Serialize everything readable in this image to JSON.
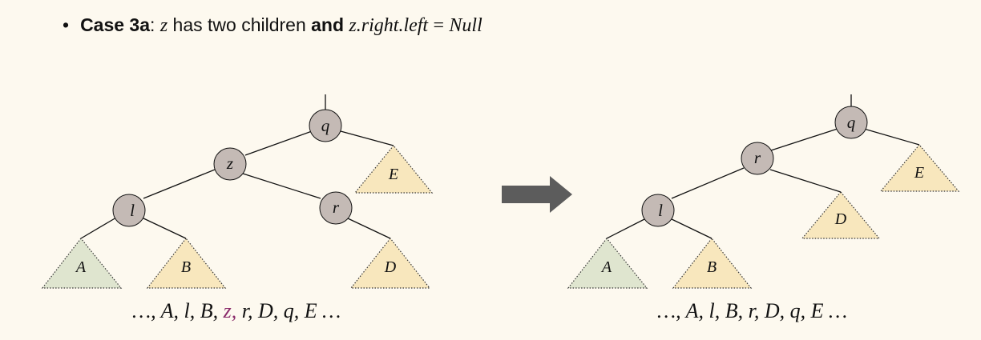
{
  "heading": {
    "bullet": "•",
    "case_label": "Case 3a",
    "colon": ":",
    "var_z": "z",
    "text1": "has two children",
    "and_word": "and",
    "condition": "z.right.left",
    "equals": "=",
    "null_word": "Null"
  },
  "colors": {
    "node_fill": "#c4bab5",
    "green_subtree": "#dfe5cf",
    "yellow_subtree": "#f8e7bd",
    "arrow": "#5c5c5c",
    "highlight_z": "#8a2a6a"
  },
  "left_tree": {
    "nodes": {
      "q": "q",
      "z": "z",
      "l": "l",
      "r": "r"
    },
    "subtrees": {
      "A": "A",
      "B": "B",
      "D": "D",
      "E": "E"
    },
    "sequence": {
      "before": "…, A, l, B,",
      "highlight": "z,",
      "after": "r, D, q, E …"
    }
  },
  "right_tree": {
    "nodes": {
      "q": "q",
      "r": "r",
      "l": "l"
    },
    "subtrees": {
      "A": "A",
      "B": "B",
      "D": "D",
      "E": "E"
    },
    "sequence": "…, A, l, B, r, D, q, E …"
  }
}
